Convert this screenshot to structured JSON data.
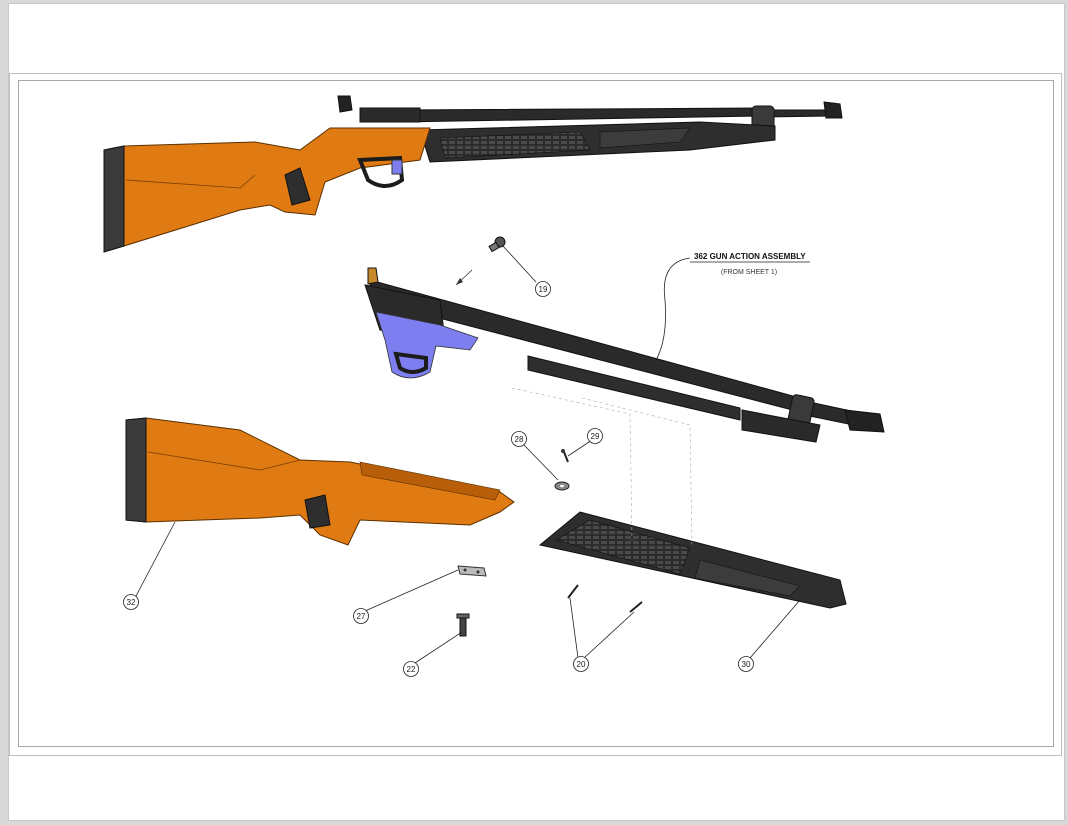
{
  "note": {
    "title": "362 GUN ACTION ASSEMBLY",
    "subtitle": "(FROM SHEET 1)"
  },
  "callouts": [
    {
      "id": "19",
      "label": "19"
    },
    {
      "id": "20",
      "label": "20"
    },
    {
      "id": "22",
      "label": "22"
    },
    {
      "id": "27",
      "label": "27"
    },
    {
      "id": "28",
      "label": "28"
    },
    {
      "id": "29",
      "label": "29"
    },
    {
      "id": "30",
      "label": "30"
    },
    {
      "id": "32",
      "label": "32"
    }
  ],
  "colors": {
    "stock_orange": "#e07a12",
    "stock_dark": "#b85e08",
    "metal_black": "#262626",
    "trigger_blue": "#7d7ff0",
    "line": "#222222"
  }
}
